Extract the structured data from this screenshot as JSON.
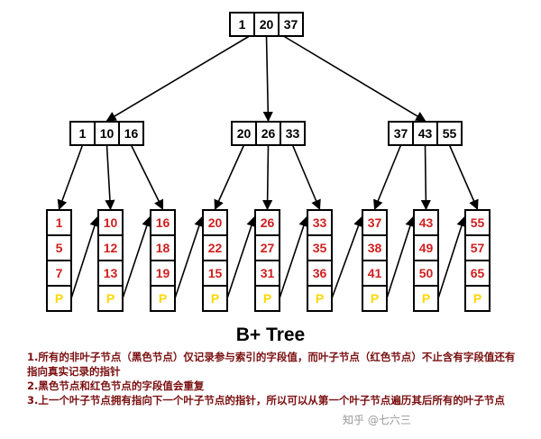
{
  "diagram": {
    "root": [
      "1",
      "20",
      "37"
    ],
    "internal": [
      [
        "1",
        "10",
        "16"
      ],
      [
        "20",
        "26",
        "33"
      ],
      [
        "37",
        "43",
        "55"
      ]
    ],
    "leaves": [
      [
        "1",
        "5",
        "7"
      ],
      [
        "10",
        "12",
        "13"
      ],
      [
        "16",
        "18",
        "19"
      ],
      [
        "20",
        "22",
        "15"
      ],
      [
        "26",
        "27",
        "31"
      ],
      [
        "33",
        "35",
        "36"
      ],
      [
        "37",
        "38",
        "41"
      ],
      [
        "43",
        "49",
        "50"
      ],
      [
        "55",
        "57",
        "65"
      ]
    ],
    "pointer_label": "P",
    "colors": {
      "internal_text": "#000000",
      "leaf_text": "#d02020",
      "pointer_text": "#ffd700",
      "border": "#000000"
    }
  },
  "title": "B+ Tree",
  "notes": [
    "1.所有的非叶子节点（黑色节点）仅记录参与索引的字段值，而叶子节点（红色节点）不止含有字段值还有指向真实记录的指针",
    "2.黑色节点和红色节点的字段值会重复",
    "3.上一个叶子节点拥有指向下一个叶子节点的指针，所以可以从第一个叶子节点遍历其后所有的叶子节点"
  ],
  "watermark": "知乎 @七六三"
}
